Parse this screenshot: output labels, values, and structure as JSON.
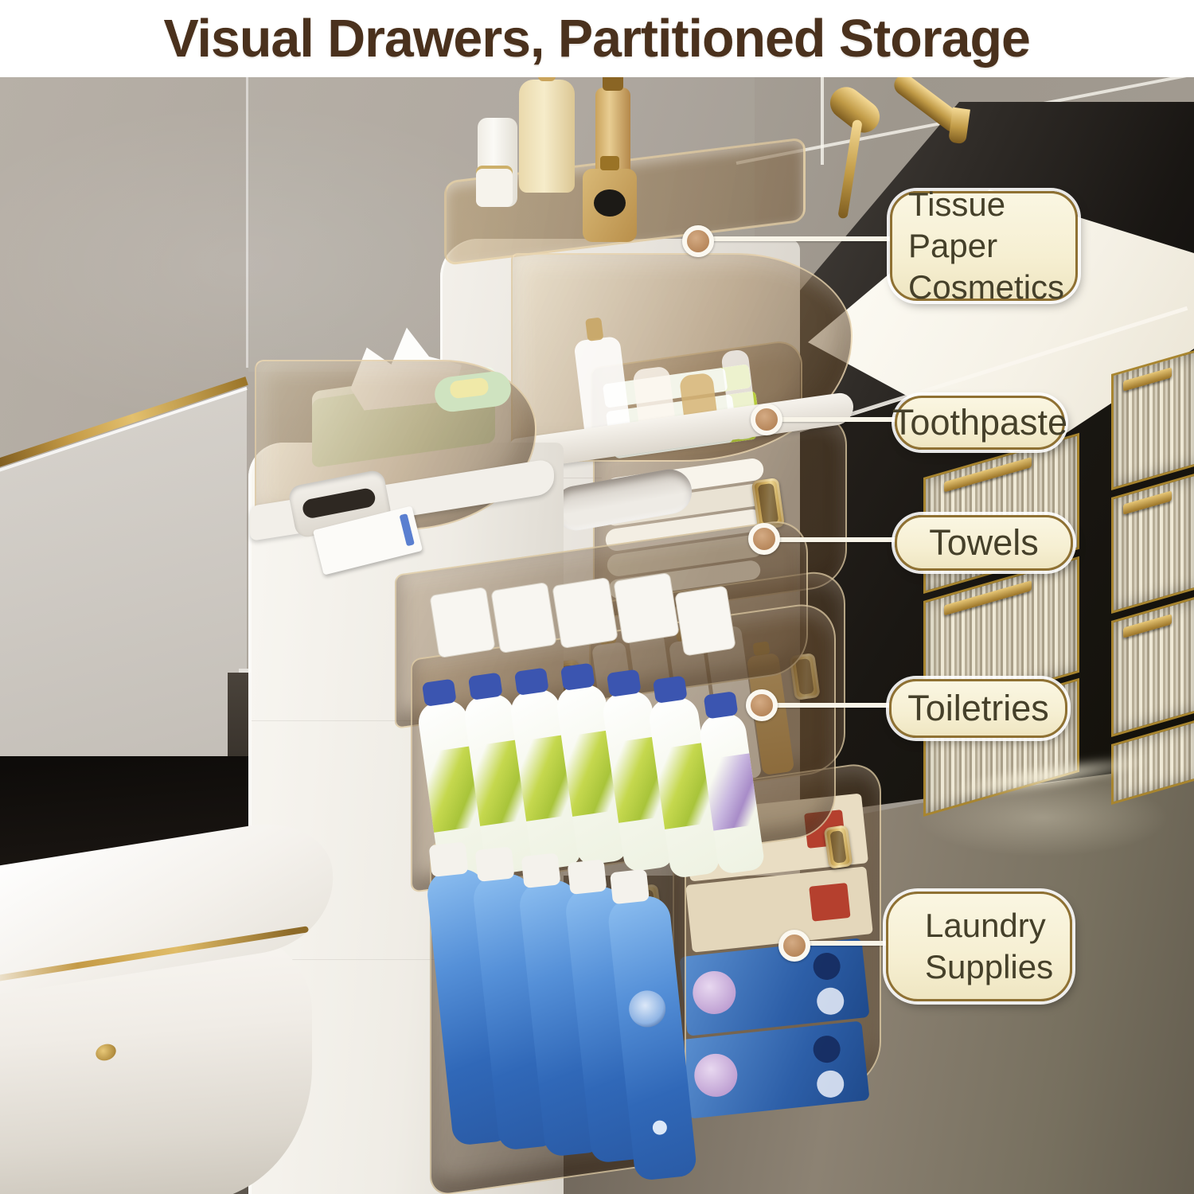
{
  "header": {
    "title": "Visual Drawers, Partitioned Storage"
  },
  "callouts": {
    "tissue": {
      "line1": "Tissue Paper",
      "line2": "Cosmetics"
    },
    "toothpaste": {
      "text": "Toothpaste"
    },
    "towels": {
      "text": "Towels"
    },
    "toiletries": {
      "text": "Toiletries"
    },
    "laundry": {
      "line1": "Laundry",
      "line2": "Supplies"
    }
  },
  "palette": {
    "title_text": "#4a311d",
    "label_background": "#f6efd2",
    "label_border": "#8f7133",
    "label_text": "#45402a",
    "leader_dot": "#b8885c",
    "gold_accent": "#c49a46"
  }
}
